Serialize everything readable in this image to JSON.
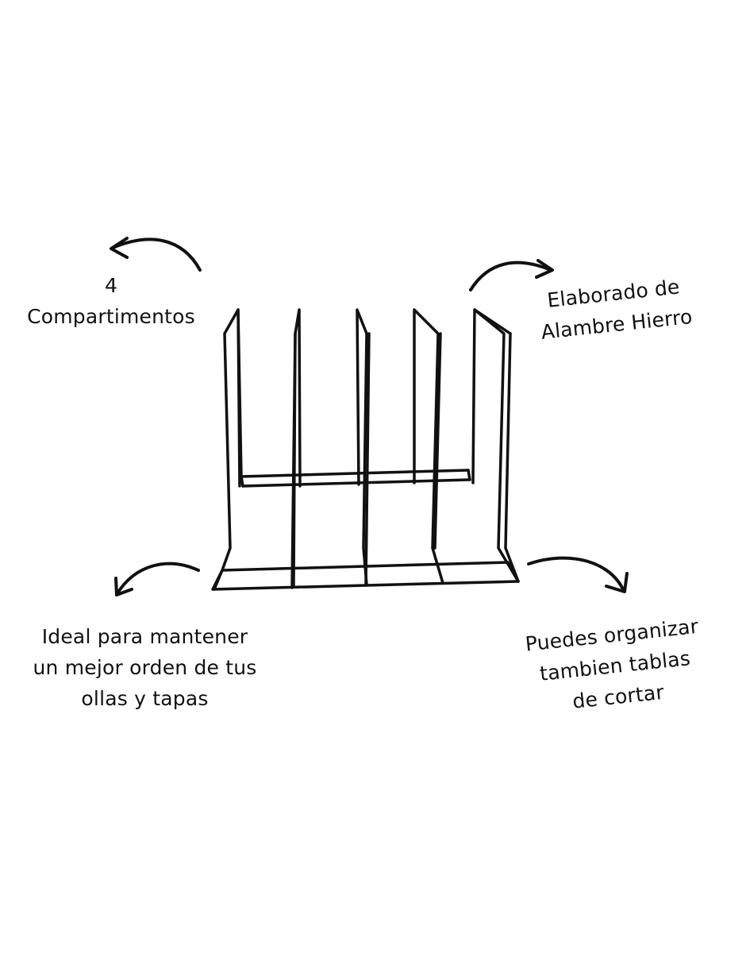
{
  "callouts": {
    "compartments": {
      "lines": [
        "4",
        "Compartimentos"
      ]
    },
    "material": {
      "lines": [
        "Elaborado de",
        "Alambre Hierro"
      ]
    },
    "ideal": {
      "lines": [
        "Ideal para mantener",
        "un mejor orden de tus",
        "ollas y tapas"
      ]
    },
    "boards": {
      "lines": [
        "Puedes organizar",
        "tambien tablas",
        "de cortar"
      ]
    }
  },
  "colors": {
    "ink": "#111111",
    "background": "#ffffff"
  }
}
